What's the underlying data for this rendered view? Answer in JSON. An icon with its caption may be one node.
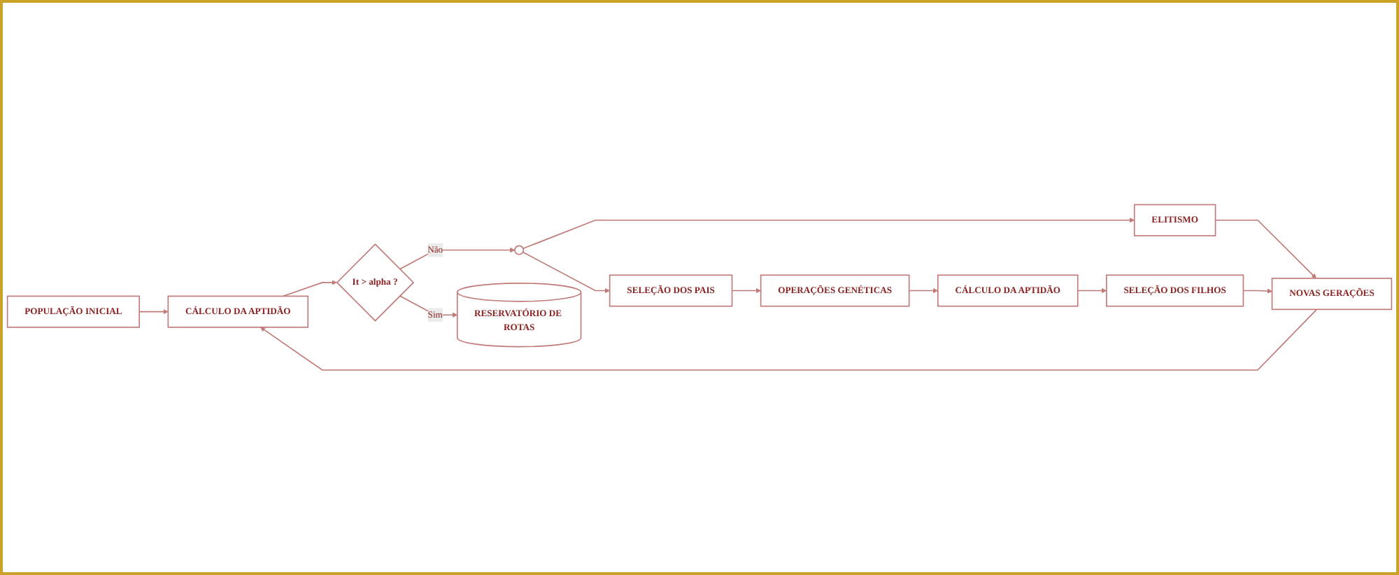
{
  "diagram": {
    "nodes": [
      {
        "text": [
          "POPULAÇÃO INICIAL"
        ]
      },
      {
        "text": [
          "CÁLCULO DA APTIDÃO"
        ]
      },
      {
        "text": [
          "It > alpha ?"
        ]
      },
      {
        "text": [
          "ELITISMO"
        ]
      },
      {
        "text": [],
        "shape": "circle"
      },
      {
        "text": [
          "NOVAS GERAÇÕES"
        ]
      },
      {
        "text": [
          "SELEÇÃO DOS FILHOS"
        ]
      },
      {
        "text": [
          "SELEÇÃO DOS PAIS"
        ]
      },
      {
        "text": [
          "OPERAÇÕES GENÉTICAS"
        ]
      },
      {
        "text": [
          "CÁLCULO DA APTIDÃO"
        ]
      },
      {
        "text": [
          "RESERVATÓRIO DE ROTAS"
        ]
      }
    ],
    "edges": [
      {
        "from": 0,
        "to": 1,
        "arrow": "to"
      },
      {
        "from": 1,
        "to": 2,
        "arrow": "to"
      },
      {
        "from": 2,
        "to": 4,
        "arrow": "to",
        "label": "Não"
      },
      {
        "from": 2,
        "to": 10,
        "arrow": "to",
        "label": "Sim"
      },
      {
        "from": 4,
        "to": 3,
        "arrow": "to"
      },
      {
        "from": 4,
        "to": 7,
        "arrow": "to"
      },
      {
        "from": 3,
        "to": 5,
        "arrow": "to"
      },
      {
        "from": 7,
        "to": 8,
        "arrow": "to"
      },
      {
        "from": 8,
        "to": 9,
        "arrow": "to"
      },
      {
        "from": 9,
        "to": 6,
        "arrow": "to"
      },
      {
        "from": 6,
        "to": 5,
        "arrow": "to"
      },
      {
        "from": 5,
        "to": 1,
        "arrow": "to"
      }
    ]
  }
}
